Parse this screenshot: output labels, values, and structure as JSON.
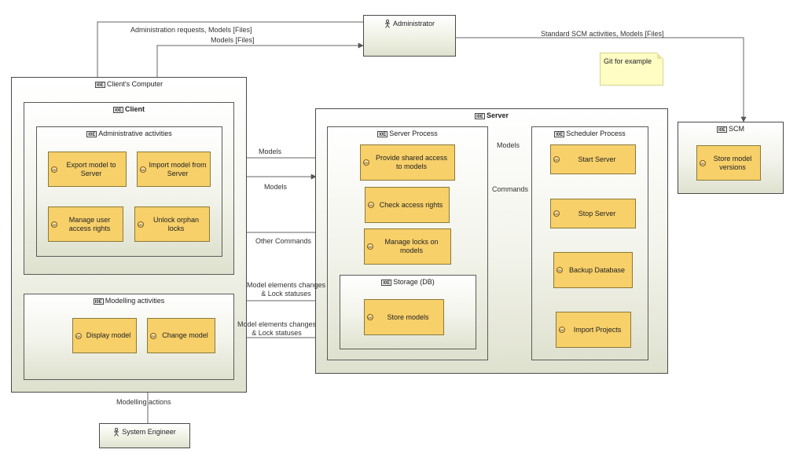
{
  "containers": {
    "clients_computer": "Client's Computer",
    "client": "Client",
    "admin_activities": "Administrative activities",
    "modelling_activities": "Modelling activities",
    "server": "Server",
    "server_process": "Server Process",
    "storage": "Storage (DB)",
    "scheduler_process": "Scheduler Process",
    "scm": "SCM"
  },
  "activities": {
    "export_model": "Export model to Server",
    "import_model": "Import model from Server",
    "manage_user_rights": "Manage user access rights",
    "unlock_orphan_locks": "Unlock orphan locks",
    "display_model": "Display model",
    "change_model": "Change model",
    "provide_shared_access": "Provide shared access to models",
    "check_access_rights": "Check access rights",
    "manage_locks": "Manage locks on models",
    "store_models": "Store models",
    "start_server": "Start Server",
    "stop_server": "Stop Server",
    "backup_database": "Backup Database",
    "import_projects": "Import Projects",
    "store_model_versions": "Store model versions"
  },
  "actors": {
    "administrator": "Administrator",
    "system_engineer": "System Engineer"
  },
  "note": "Git for example",
  "edge_labels": {
    "admin_requests": "Administration requests, Models [Files]",
    "models_files": "Models [Files]",
    "standard_scm": "Standard SCM activities, Models [Files]",
    "models_in": "Models",
    "models_out": "Models",
    "other_commands": "Other Commands",
    "model_changes_in_1": "Model elements changes",
    "model_changes_in_2": "& Lock statuses",
    "model_changes_out_1": "Model elements changes",
    "model_changes_out_2": "& Lock statuses",
    "models_to_scheduler": "Models",
    "commands": "Commands",
    "modelling_actions": "Modelling actions"
  },
  "stereotype_icon": "component-stereotype-icon",
  "activity_icon": "activity-icon",
  "actor_icon": "stick-figure-icon"
}
